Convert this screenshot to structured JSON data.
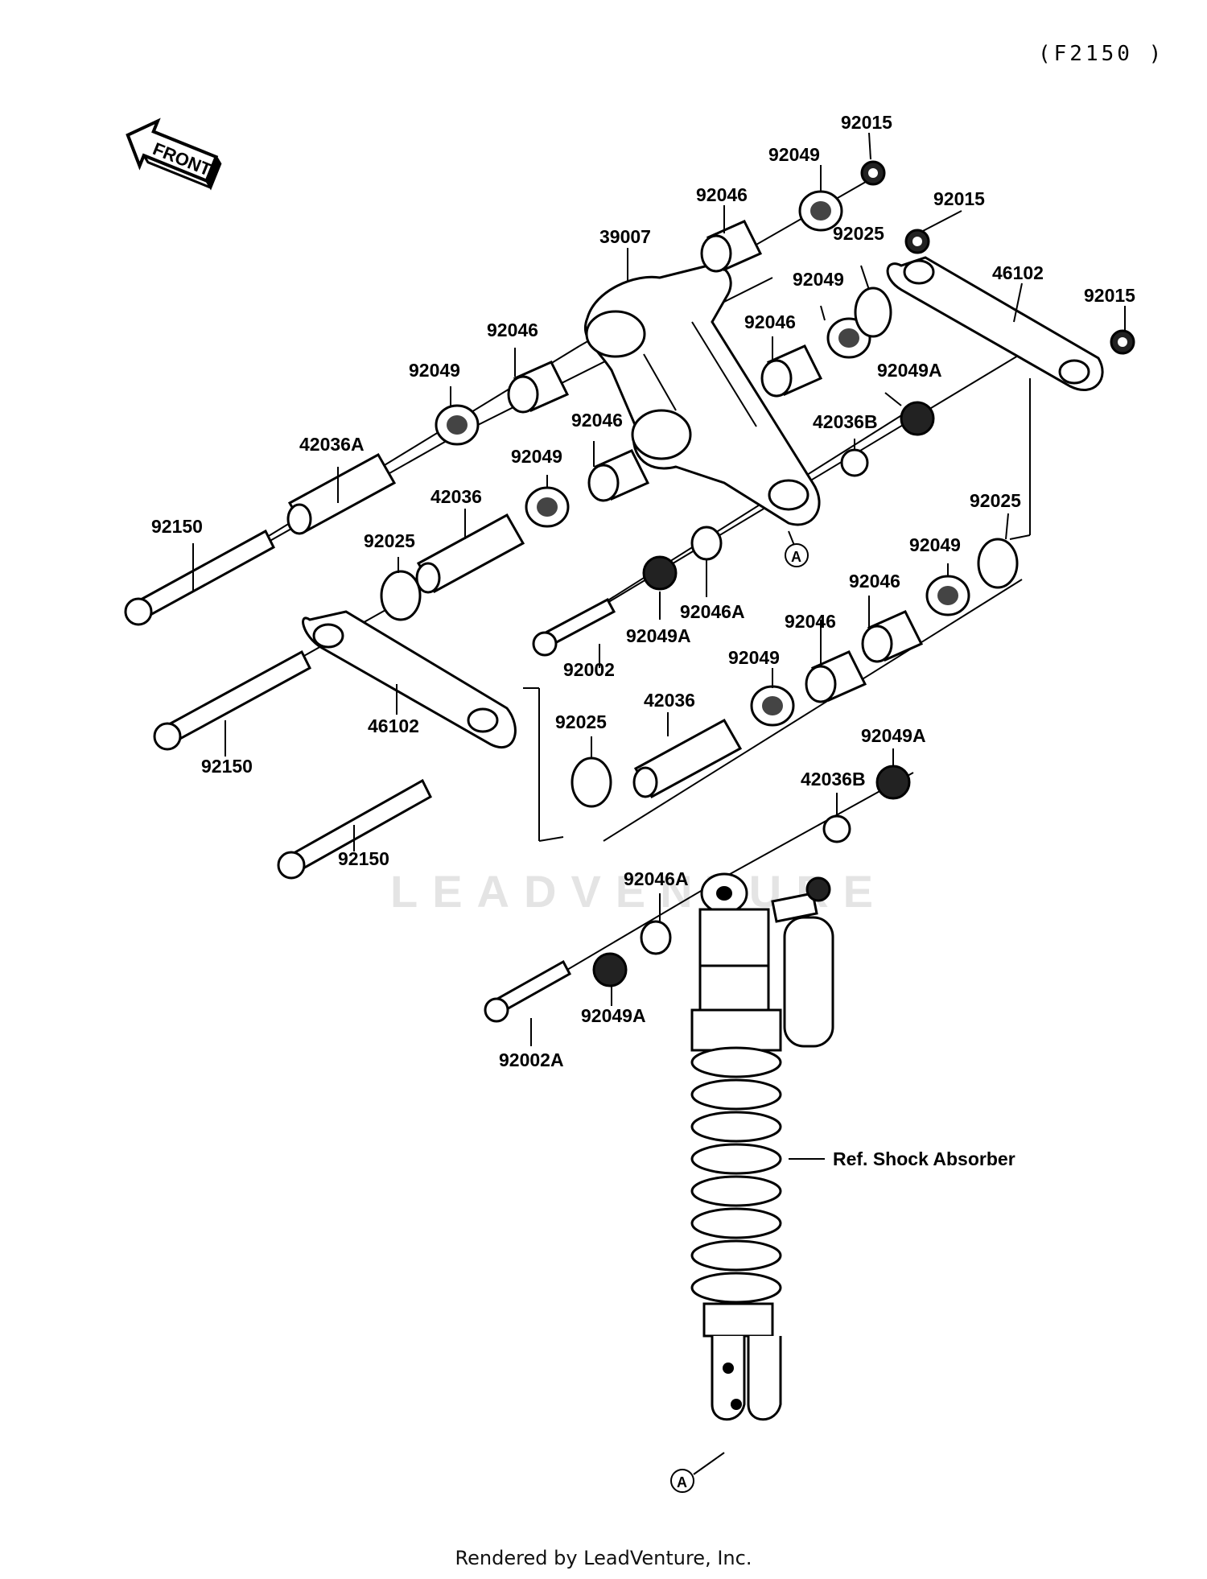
{
  "figure_code": "(F2150 )",
  "front_label": "FRONT",
  "watermark": "LEADVENTURE",
  "footer": "Rendered by LeadVenture, Inc.",
  "reference_label": "Ref. Shock Absorber",
  "callout_marker": "A",
  "labels": {
    "p39007": "39007",
    "p46102_top": "46102",
    "p46102_left": "46102",
    "p92015_a": "92015",
    "p92015_b": "92015",
    "p92015_c": "92015",
    "p92049_a": "92049",
    "p92049_b": "92049",
    "p92049_c": "92049",
    "p92049_d": "92049",
    "p92049_e": "92049",
    "p92049_f": "92049",
    "p92046_a": "92046",
    "p92046_b": "92046",
    "p92046_c": "92046",
    "p92046_d": "92046",
    "p92046_e": "92046",
    "p92046_f": "92046",
    "p92025_a": "92025",
    "p92025_b": "92025",
    "p92025_c": "92025",
    "p92025_d": "92025",
    "p92049A_a": "92049A",
    "p92049A_b": "92049A",
    "p92049A_c": "92049A",
    "p92049A_d": "92049A",
    "p42036B_a": "42036B",
    "p42036B_b": "42036B",
    "p42036A": "42036A",
    "p42036_a": "42036",
    "p42036_b": "42036",
    "p92150_a": "92150",
    "p92150_b": "92150",
    "p92150_c": "92150",
    "p92002": "92002",
    "p92002A": "92002A",
    "p92046A_a": "92046A",
    "p92046A_b": "92046A"
  }
}
